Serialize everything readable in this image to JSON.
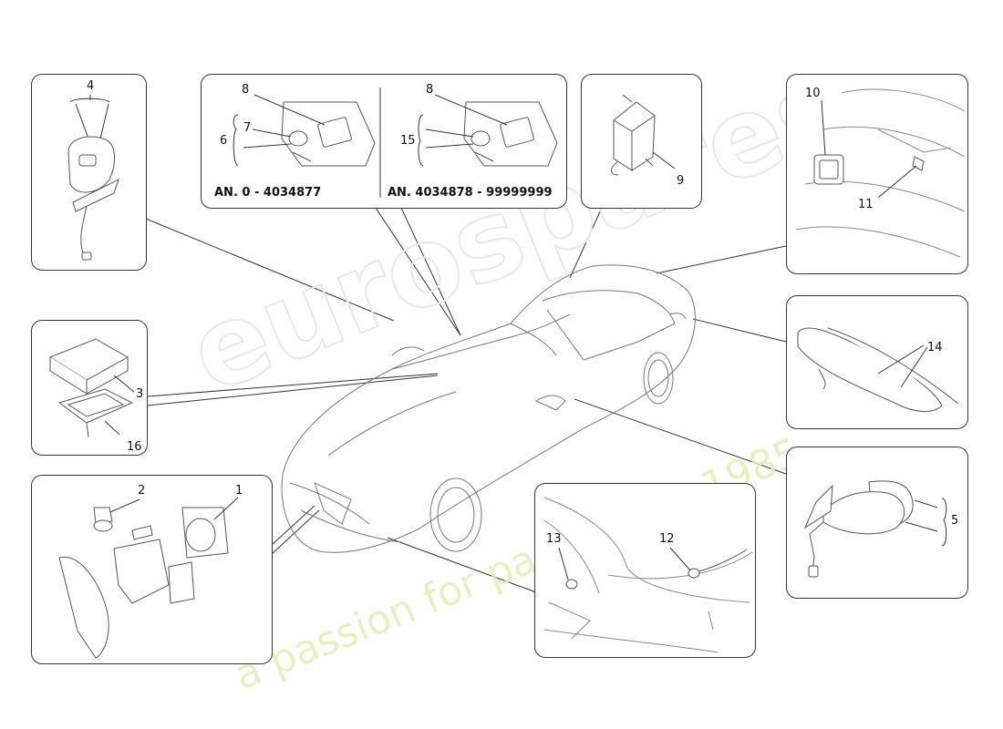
{
  "watermark": {
    "brand": "eurospares",
    "slogan": "a passion for parts since 1985",
    "color": "#e6e6b4"
  },
  "panels": {
    "p4": {
      "callouts": [
        "4"
      ]
    },
    "p8_left": {
      "callouts": [
        "8",
        "7",
        "6"
      ],
      "caption": "AN. 0 - 4034877"
    },
    "p8_right": {
      "callouts": [
        "8",
        "15"
      ],
      "caption": "AN. 4034878 - 99999999"
    },
    "p9": {
      "callouts": [
        "9"
      ]
    },
    "p10": {
      "callouts": [
        "10",
        "11"
      ]
    },
    "p3": {
      "callouts": [
        "3",
        "16"
      ]
    },
    "p14": {
      "callouts": [
        "14"
      ]
    },
    "p1": {
      "callouts": [
        "2",
        "1"
      ]
    },
    "p13": {
      "callouts": [
        "13",
        "12"
      ]
    },
    "p5": {
      "callouts": [
        "5"
      ]
    }
  },
  "colors": {
    "line": "#333333",
    "part": "#555555",
    "car": "#777777"
  }
}
